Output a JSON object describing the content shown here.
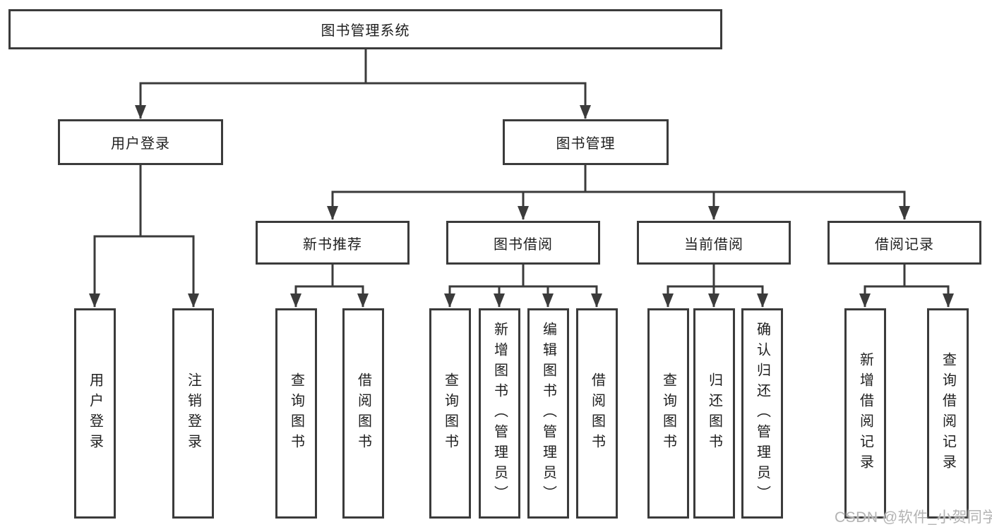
{
  "diagram": {
    "root": {
      "label": "图书管理系统"
    },
    "level2": [
      {
        "label": "用户登录"
      },
      {
        "label": "图书管理"
      }
    ],
    "level3": [
      {
        "label": "新书推荐"
      },
      {
        "label": "图书借阅"
      },
      {
        "label": "当前借阅"
      },
      {
        "label": "借阅记录"
      }
    ],
    "leaves": {
      "userLogin": [
        {
          "label": "用户登录"
        },
        {
          "label": "注销登录"
        }
      ],
      "newBooks": [
        {
          "label": "查询图书"
        },
        {
          "label": "借阅图书"
        }
      ],
      "bookBorrow": [
        {
          "label": "查询图书"
        },
        {
          "label": "新增图书（管理员）"
        },
        {
          "label": "编辑图书（管理员）"
        },
        {
          "label": "借阅图书"
        }
      ],
      "currentBorrow": [
        {
          "label": "查询图书"
        },
        {
          "label": "归还图书"
        },
        {
          "label": "确认归还（管理员）"
        }
      ],
      "borrowRecords": [
        {
          "label": "新增借阅记录"
        },
        {
          "label": "查询借阅记录"
        }
      ]
    }
  },
  "watermark": {
    "text": "CSDN @软件_小贺同学"
  },
  "colors": {
    "line": "#3b3b3b",
    "text": "#1f1f1f",
    "watermark": "#b3b3b3",
    "background": "#ffffff"
  }
}
